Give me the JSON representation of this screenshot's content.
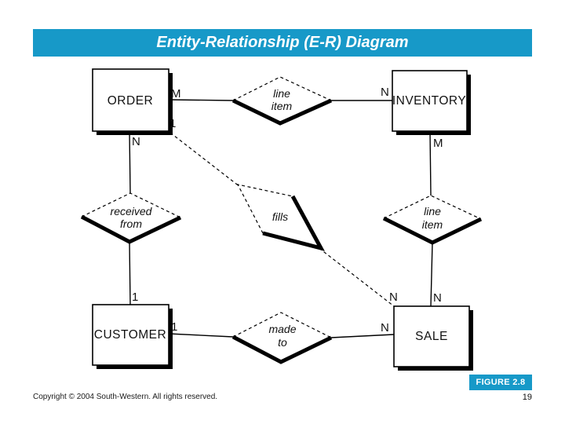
{
  "slide": {
    "title": "Entity-Relationship (E-R) Diagram",
    "accent_color": "#1799C8",
    "footer": {
      "copyright": "Copyright © 2004 South-Western. All rights reserved.",
      "figure_label": "FIGURE 2.8",
      "page_number": "19"
    }
  },
  "diagram": {
    "entities": [
      {
        "id": "order",
        "label": "ORDER"
      },
      {
        "id": "inventory",
        "label": "INVENTORY"
      },
      {
        "id": "customer",
        "label": "CUSTOMER"
      },
      {
        "id": "sale",
        "label": "SALE"
      }
    ],
    "relationships": [
      {
        "id": "line-item-top",
        "label_lines": [
          "line",
          "item"
        ]
      },
      {
        "id": "received-from",
        "label_lines": [
          "received",
          "from"
        ]
      },
      {
        "id": "fills",
        "label_lines": [
          "fills"
        ]
      },
      {
        "id": "line-item-right",
        "label_lines": [
          "line",
          "item"
        ]
      },
      {
        "id": "made-to",
        "label_lines": [
          "made",
          "to"
        ]
      }
    ],
    "cardinalities": [
      {
        "id": "order-lineitem",
        "label": "M"
      },
      {
        "id": "lineitem-inventory",
        "label": "N"
      },
      {
        "id": "order-receivedfrom",
        "label": "N"
      },
      {
        "id": "receivedfrom-customer",
        "label": "1"
      },
      {
        "id": "order-fills",
        "label": "1"
      },
      {
        "id": "fills-sale",
        "label": "N"
      },
      {
        "id": "inventory-lineitem",
        "label": "M"
      },
      {
        "id": "lineitem-sale",
        "label": "N"
      },
      {
        "id": "customer-madeto",
        "label": "1"
      },
      {
        "id": "madeto-sale",
        "label": "N"
      }
    ]
  }
}
